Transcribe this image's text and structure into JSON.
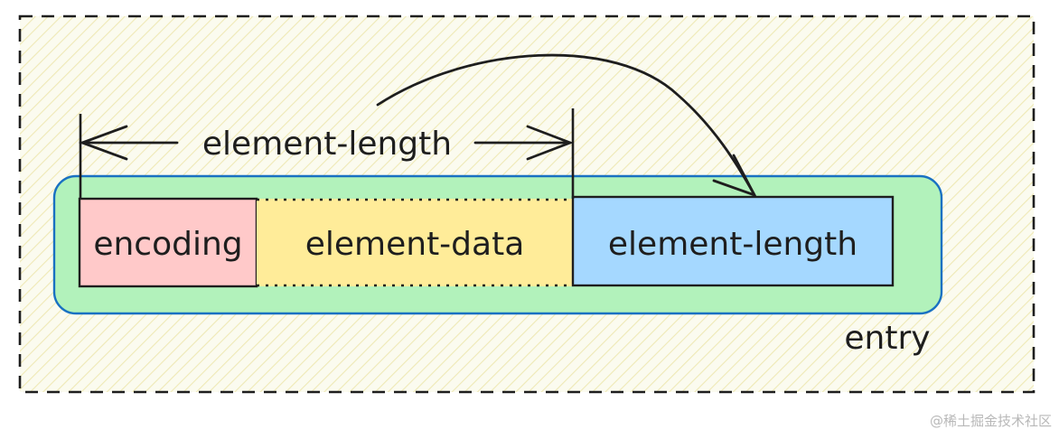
{
  "diagram": {
    "segments": {
      "encoding": "encoding",
      "element_data": "element-data",
      "element_length": "element-length"
    },
    "span_label": "element-length",
    "container_label": "entry"
  },
  "watermark": "@稀土掘金技术社区"
}
